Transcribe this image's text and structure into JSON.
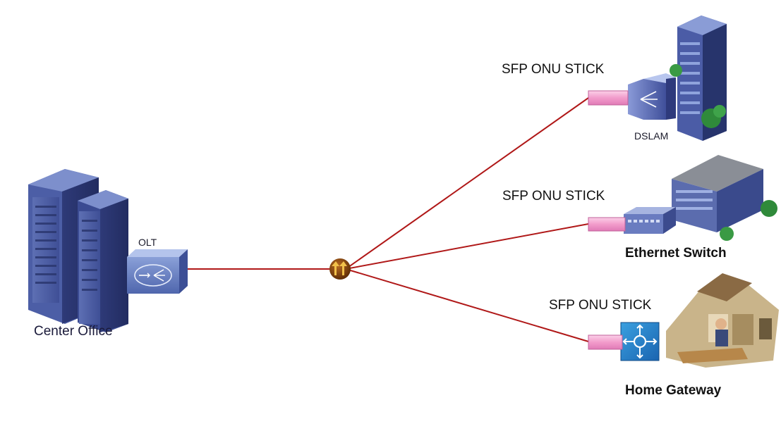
{
  "colors": {
    "fiber": "#b01818",
    "sfp_stick": "#f4a8d4",
    "equipment_blue": "#5a72b8",
    "splitter": "#7a3a08"
  },
  "center_office": {
    "building_icon": "office-tower-icon",
    "label": "Center Office",
    "olt": {
      "icon": "olt-device-icon",
      "label": "OLT"
    }
  },
  "splitter": {
    "icon": "optical-splitter-icon"
  },
  "branches": [
    {
      "device_icon": "dslam-icon",
      "building_icon": "office-building-icon",
      "sfp_label": "SFP ONU STICK",
      "device_label": "DSLAM"
    },
    {
      "device_icon": "ethernet-switch-icon",
      "building_icon": "corporate-building-icon",
      "sfp_label": "SFP ONU STICK",
      "device_label": "Ethernet Switch"
    },
    {
      "device_icon": "home-gateway-icon",
      "building_icon": "house-icon",
      "sfp_label": "SFP ONU STICK",
      "device_label": "Home Gateway"
    }
  ]
}
